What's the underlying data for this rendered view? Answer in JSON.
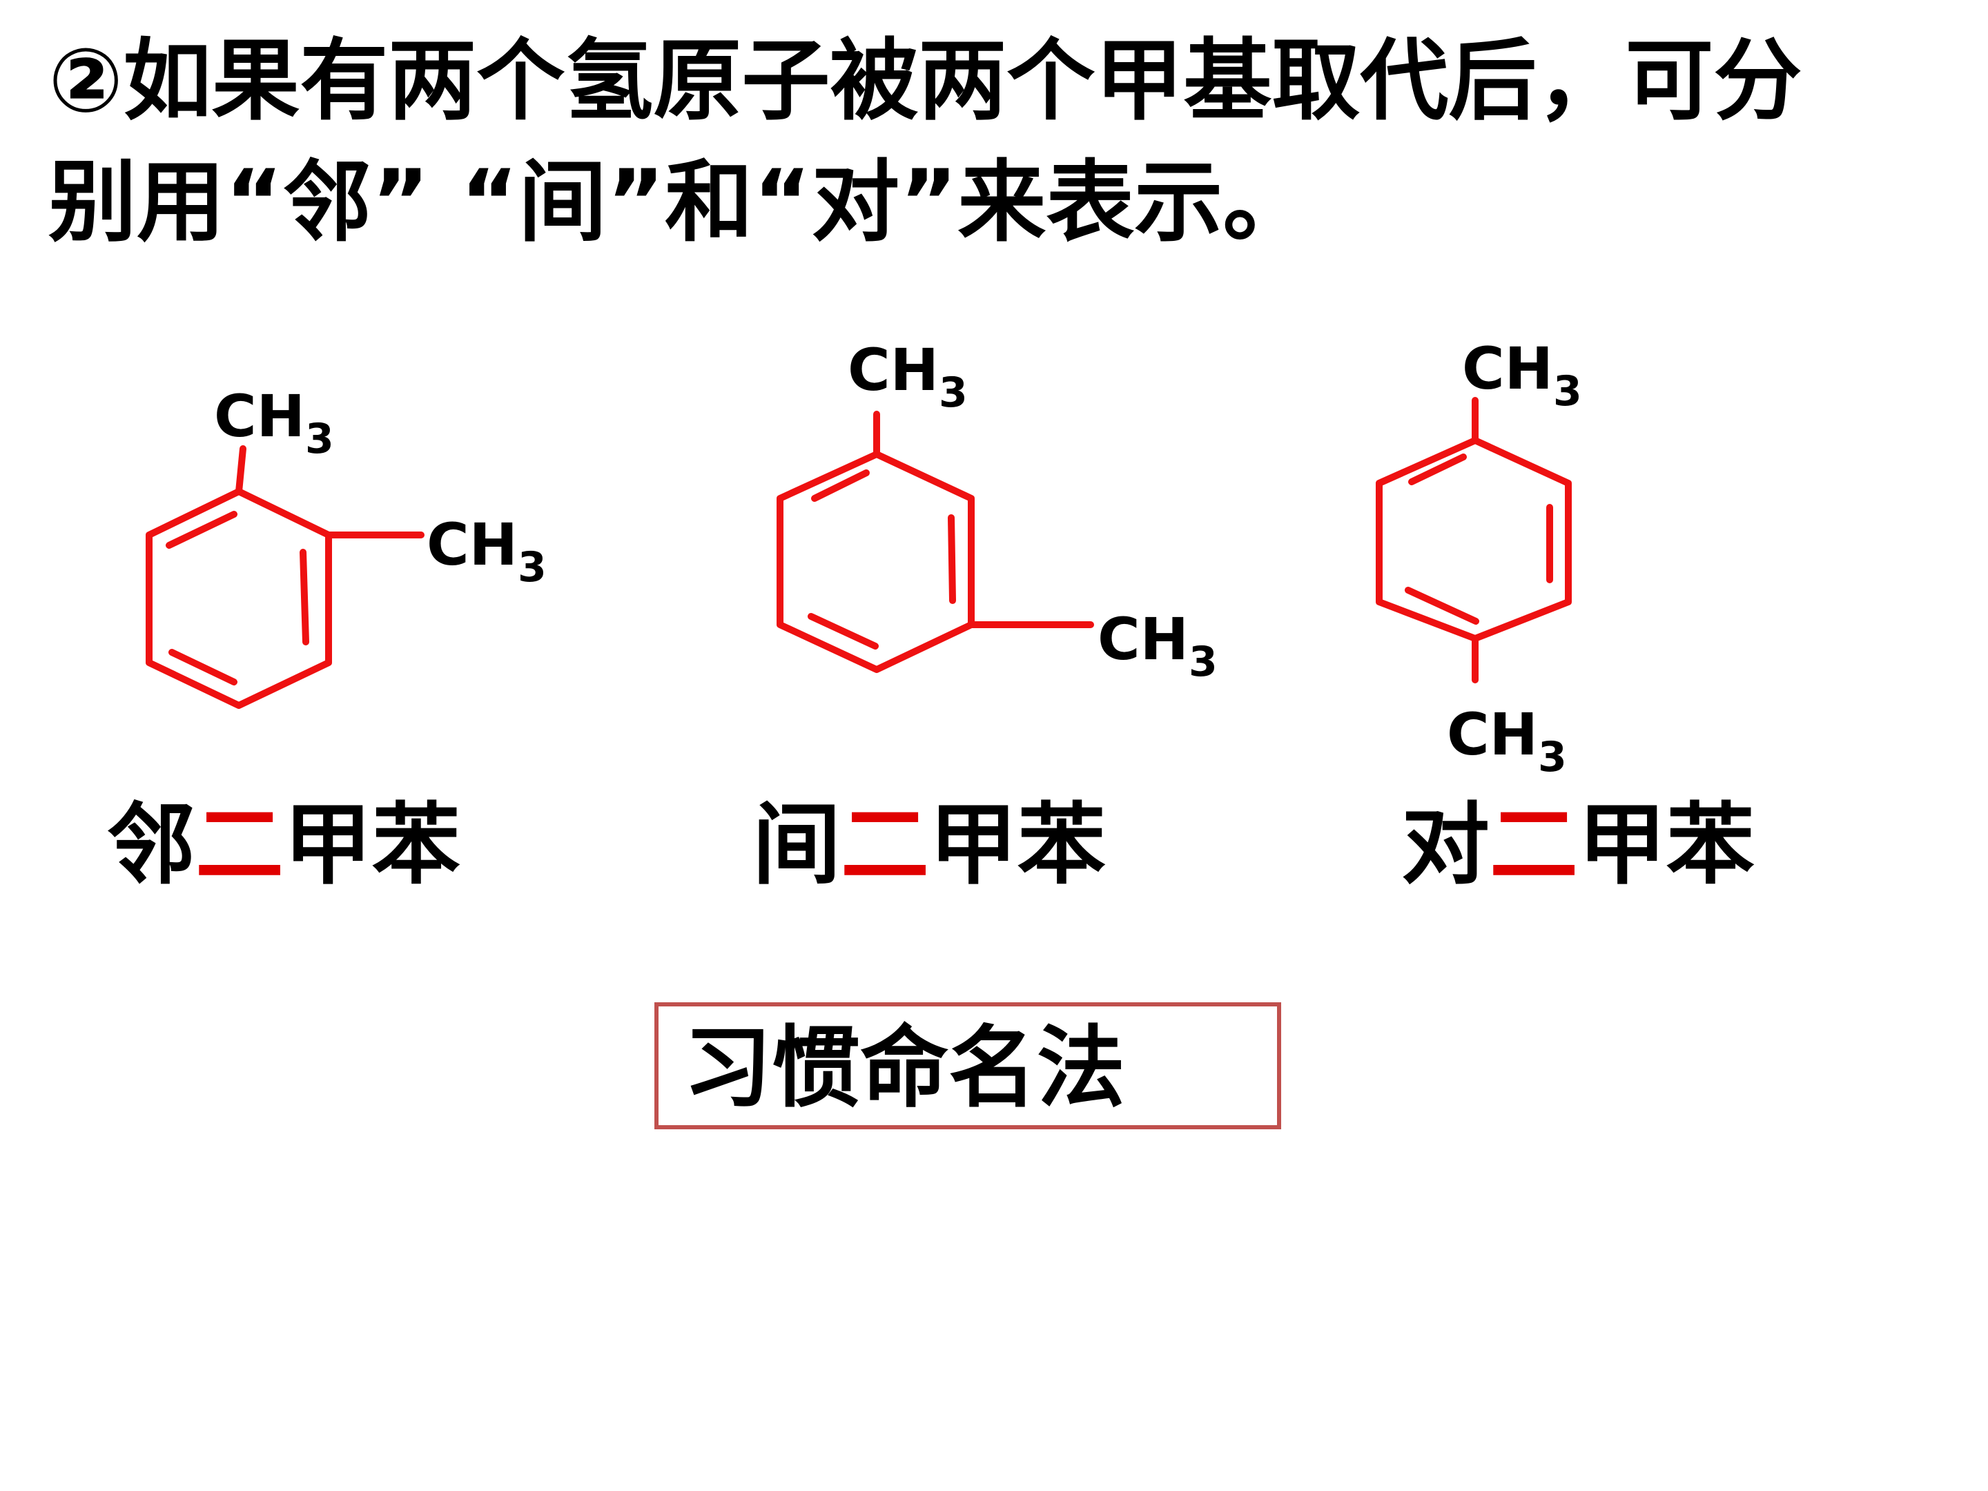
{
  "heading": {
    "line1": "②如果有两个氢原子被两个甲基取代后，可分",
    "line2": "别用“邻” “间”和“对”来表示。"
  },
  "substituent": {
    "main": "CH",
    "sub": "3"
  },
  "names": [
    {
      "prefix": "邻",
      "number": "二",
      "suffix": "甲苯"
    },
    {
      "prefix": "间",
      "number": "二",
      "suffix": "甲苯"
    },
    {
      "prefix": "对",
      "number": "二",
      "suffix": "甲苯"
    }
  ],
  "method_label": "习惯命名法",
  "colors": {
    "bond": "#ee1111",
    "number": "#e00000",
    "text": "#000000",
    "box_border": "#c0504d"
  }
}
